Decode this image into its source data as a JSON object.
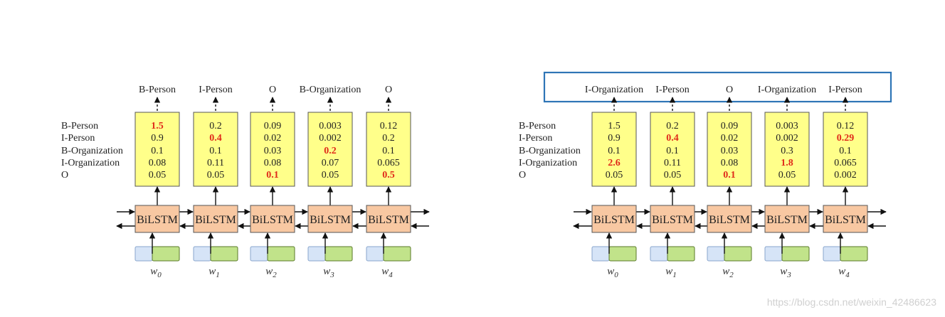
{
  "diagrams": [
    {
      "row_labels": [
        "B-Person",
        "I-Person",
        "B-Organization",
        "I-Organization",
        "O"
      ],
      "outputs": [
        "B-Person",
        "I-Person",
        "O",
        "B-Organization",
        "O"
      ],
      "columns": [
        {
          "scores": [
            "1.5",
            "0.9",
            "0.1",
            "0.08",
            "0.05"
          ],
          "highlight": 0,
          "lstm": "BiLSTM",
          "word": "w",
          "sub": "0"
        },
        {
          "scores": [
            "0.2",
            "0.4",
            "0.1",
            "0.11",
            "0.05"
          ],
          "highlight": 1,
          "lstm": "BiLSTM",
          "word": "w",
          "sub": "1"
        },
        {
          "scores": [
            "0.09",
            "0.02",
            "0.03",
            "0.08",
            "0.1"
          ],
          "highlight": 4,
          "lstm": "BiLSTM",
          "word": "w",
          "sub": "2"
        },
        {
          "scores": [
            "0.003",
            "0.002",
            "0.2",
            "0.07",
            "0.05"
          ],
          "highlight": 2,
          "lstm": "BiLSTM",
          "word": "w",
          "sub": "3"
        },
        {
          "scores": [
            "0.12",
            "0.2",
            "0.1",
            "0.065",
            "0.5"
          ],
          "highlight": 4,
          "lstm": "BiLSTM",
          "word": "w",
          "sub": "4"
        }
      ],
      "output_box": false
    },
    {
      "row_labels": [
        "B-Person",
        "I-Person",
        "B-Organization",
        "I-Organization",
        "O"
      ],
      "outputs": [
        "I-Organization",
        "I-Person",
        "O",
        "I-Organization",
        "I-Person"
      ],
      "columns": [
        {
          "scores": [
            "1.5",
            "0.9",
            "0.1",
            "2.6",
            "0.05"
          ],
          "highlight": 3,
          "lstm": "BiLSTM",
          "word": "w",
          "sub": "0"
        },
        {
          "scores": [
            "0.2",
            "0.4",
            "0.1",
            "0.11",
            "0.05"
          ],
          "highlight": 1,
          "lstm": "BiLSTM",
          "word": "w",
          "sub": "1"
        },
        {
          "scores": [
            "0.09",
            "0.02",
            "0.03",
            "0.08",
            "0.1"
          ],
          "highlight": 4,
          "lstm": "BiLSTM",
          "word": "w",
          "sub": "2"
        },
        {
          "scores": [
            "0.003",
            "0.002",
            "0.3",
            "1.8",
            "0.05"
          ],
          "highlight": 3,
          "lstm": "BiLSTM",
          "word": "w",
          "sub": "3"
        },
        {
          "scores": [
            "0.12",
            "0.29",
            "0.1",
            "0.065",
            "0.002"
          ],
          "highlight": 1,
          "lstm": "BiLSTM",
          "word": "w",
          "sub": "4"
        }
      ],
      "output_box": true
    }
  ],
  "colors": {
    "score_box_fill": "#ffff8a",
    "score_box_stroke": "#555555",
    "lstm_fill": "#f8c8a2",
    "lstm_stroke": "#555555",
    "embed_left_fill": "#d6e4f7",
    "embed_right_fill": "#c1e38a",
    "highlight_text": "#e02a1a",
    "output_frame": "#2e75b6"
  },
  "watermark": "https://blog.csdn.net/weixin_42486623"
}
